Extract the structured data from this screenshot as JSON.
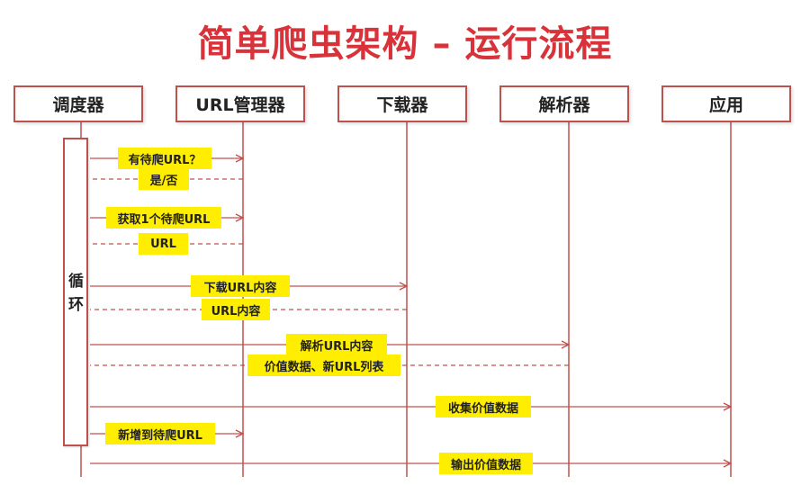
{
  "title": "简单爬虫架构 – 运行流程",
  "actors": [
    "调度器",
    "URL管理器",
    "下载器",
    "解析器",
    "应用"
  ],
  "loop_label": "循环",
  "messages": [
    {
      "label": "有待爬URL？",
      "from": 0,
      "to": 1,
      "style": "solid"
    },
    {
      "label": "是/否",
      "from": 1,
      "to": 0,
      "style": "dashed"
    },
    {
      "label": "获取1个待爬URL",
      "from": 0,
      "to": 1,
      "style": "solid"
    },
    {
      "label": "URL",
      "from": 1,
      "to": 0,
      "style": "dashed"
    },
    {
      "label": "下载URL内容",
      "from": 0,
      "to": 2,
      "style": "solid"
    },
    {
      "label": "URL内容",
      "from": 2,
      "to": 0,
      "style": "dashed"
    },
    {
      "label": "解析URL内容",
      "from": 0,
      "to": 3,
      "style": "solid"
    },
    {
      "label": "价值数据、新URL列表",
      "from": 3,
      "to": 0,
      "style": "dashed"
    },
    {
      "label": "收集价值数据",
      "from": 0,
      "to": 4,
      "style": "solid"
    },
    {
      "label": "新增到待爬URL",
      "from": 0,
      "to": 1,
      "style": "solid"
    },
    {
      "label": "输出价值数据",
      "from": 0,
      "to": 4,
      "style": "solid"
    }
  ],
  "colors": {
    "title": "#d8333a",
    "line": "#c0504d",
    "label_bg": "#ffee00"
  }
}
